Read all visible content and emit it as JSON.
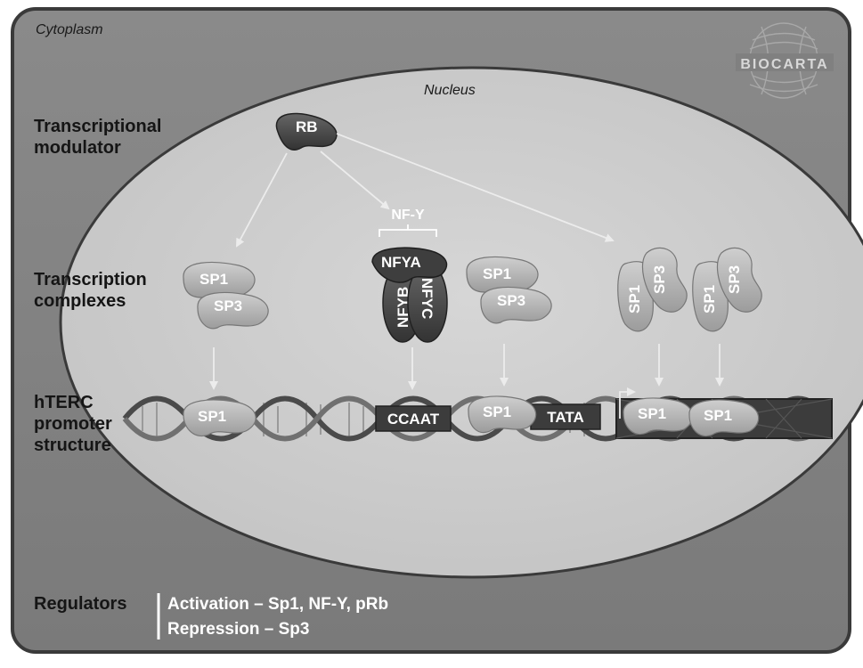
{
  "compartments": {
    "cytoplasm": "Cytoplasm",
    "nucleus": "Nucleus"
  },
  "logo": {
    "text": "BIOCARTA"
  },
  "row_labels": {
    "modulator": [
      "Transcriptional",
      "modulator"
    ],
    "complexes": [
      "Transcription",
      "complexes"
    ],
    "promoter": [
      "hTERC",
      "promoter",
      "structure"
    ]
  },
  "proteins": {
    "rb": "RB",
    "nfy_group": "NF-Y",
    "nfya": "NFYA",
    "nfyb": "NFYB",
    "nfyc": "NFYC",
    "sp1": "SP1",
    "sp3": "SP3"
  },
  "dna_elements": {
    "ccaat": "CCAAT",
    "tata": "TATA"
  },
  "regulators": {
    "title": "Regulators",
    "activation": "Activation – Sp1, NF-Y, pRb",
    "repression": "Repression – Sp3"
  },
  "colors": {
    "cytoplasm": "#808080",
    "nucleus": "#cdcdcd",
    "protein_light": "#b8b8b8",
    "protein_dark": "#4a4a4a",
    "arrow": "#ececec",
    "dna_box": "#3c3c3c"
  }
}
